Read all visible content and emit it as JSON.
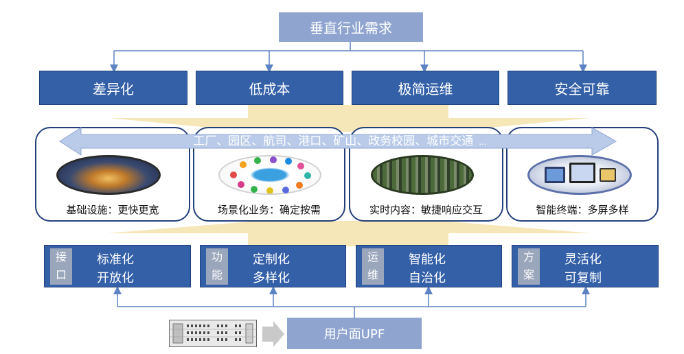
{
  "top": {
    "label": "垂直行业需求"
  },
  "requirements": [
    {
      "label": "差异化"
    },
    {
      "label": "低成本"
    },
    {
      "label": "极简运维"
    },
    {
      "label": "安全可靠"
    }
  ],
  "banner": {
    "label": "工厂、园区、航司、港口、矿山、政务校园、城市交通",
    "ellipsis": "..."
  },
  "scenarios": [
    {
      "caption": "基础设施：更快更宽",
      "image": "city-night-photo"
    },
    {
      "caption": "场景化业务：确定按需",
      "image": "app-icons-ring-photo"
    },
    {
      "caption": "实时内容：敏捷响应交互",
      "image": "video-wall-photo"
    },
    {
      "caption": "智能终端：多屏多样",
      "image": "devices-photo"
    }
  ],
  "capabilities": [
    {
      "tag1": "接",
      "tag2": "口",
      "line1": "标准化",
      "line2": "开放化"
    },
    {
      "tag1": "功",
      "tag2": "能",
      "line1": "定制化",
      "line2": "多样化"
    },
    {
      "tag1": "运",
      "tag2": "维",
      "line1": "智能化",
      "line2": "自治化"
    },
    {
      "tag1": "方",
      "tag2": "案",
      "line1": "灵活化",
      "line2": "可复制"
    }
  ],
  "bottom": {
    "label": "用户面UPF",
    "device_icon": "server-chassis-icon"
  },
  "colors": {
    "dark_blue": "#3460a8",
    "light_blue": "#8fa5cf",
    "beige": "#f6e7b8",
    "gray_tag": "#9aa6bb"
  }
}
